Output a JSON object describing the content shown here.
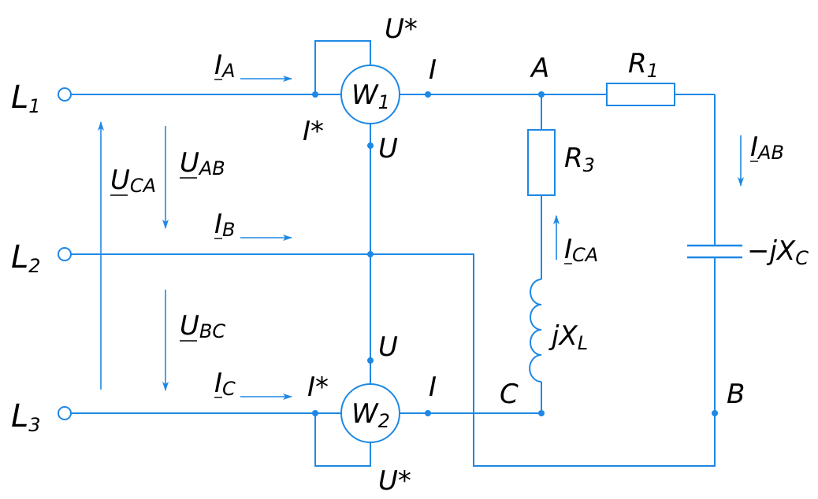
{
  "colors": {
    "wire": "#1e88e5",
    "text": "#000000",
    "background": "#ffffff"
  },
  "lines": {
    "l1": {
      "main": "L",
      "sub": "1"
    },
    "l2": {
      "main": "L",
      "sub": "2"
    },
    "l3": {
      "main": "L",
      "sub": "3"
    }
  },
  "currents": {
    "ia": {
      "main": "I",
      "sub": "A"
    },
    "ib": {
      "main": "I",
      "sub": "B"
    },
    "ic": {
      "main": "I",
      "sub": "C"
    },
    "iab": {
      "main": "I",
      "sub": "AB"
    },
    "ica": {
      "main": "I",
      "sub": "CA"
    }
  },
  "voltages": {
    "uab": {
      "main": "U",
      "sub": "AB"
    },
    "uca": {
      "main": "U",
      "sub": "CA"
    },
    "ubc": {
      "main": "U",
      "sub": "BC"
    }
  },
  "wattmeters": {
    "w1": {
      "main": "W",
      "sub": "1",
      "u_star": "U*",
      "i_star": "I*",
      "u": "U",
      "i": "I"
    },
    "w2": {
      "main": "W",
      "sub": "2",
      "u_star": "U*",
      "i_star": "I*",
      "u": "U",
      "i": "I"
    }
  },
  "nodes": {
    "a": "A",
    "b": "B",
    "c": "C"
  },
  "components": {
    "r1": {
      "main": "R",
      "sub": "1"
    },
    "r3": {
      "main": "R",
      "sub": "3"
    },
    "xl": {
      "main": "jX",
      "sub": "L"
    },
    "xc": {
      "main": "−jX",
      "sub": "C"
    }
  }
}
